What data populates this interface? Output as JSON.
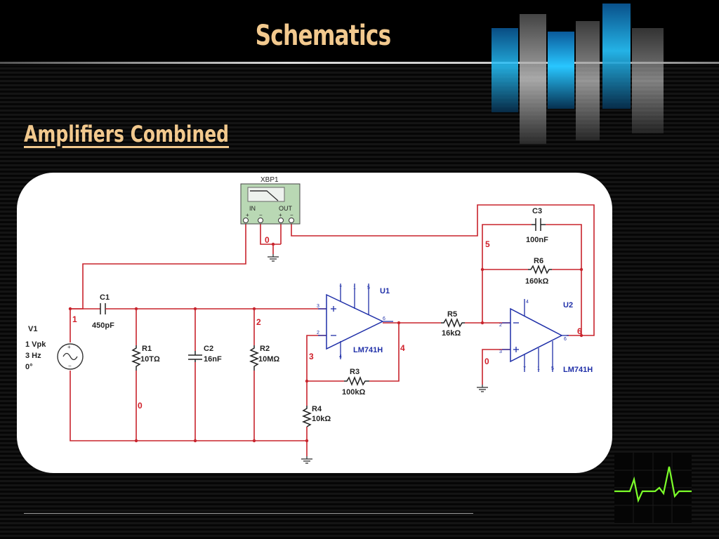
{
  "slide": {
    "title": "Schematics",
    "subtitle": "Amplifiers Combined"
  },
  "colors": {
    "title": "#f2c98e",
    "wire": "#c8232c",
    "node_label": "#d0202a",
    "chip_label": "#1f2fa8",
    "component": "#222222",
    "bode_plotter": "#b9d8b4"
  },
  "icons": [
    "globe-strips-decoration",
    "ecg-heartbeat-icon",
    "ground-icon",
    "ac-source-icon"
  ],
  "schematic": {
    "bode_plotter": {
      "name": "XBP1",
      "in_label": "IN",
      "out_label": "OUT"
    },
    "source": {
      "name": "V1",
      "amplitude": "1 Vpk",
      "frequency": "3 Hz",
      "phase": "0°"
    },
    "components": {
      "c1": {
        "name": "C1",
        "value": "450pF"
      },
      "r1": {
        "name": "R1",
        "value": "10TΩ"
      },
      "c2": {
        "name": "C2",
        "value": "16nF"
      },
      "r2": {
        "name": "R2",
        "value": "10MΩ"
      },
      "r3": {
        "name": "R3",
        "value": "100kΩ"
      },
      "r4": {
        "name": "R4",
        "value": "10kΩ"
      },
      "r5": {
        "name": "R5",
        "value": "16kΩ"
      },
      "c3": {
        "name": "C3",
        "value": "100nF"
      },
      "r6": {
        "name": "R6",
        "value": "160kΩ"
      }
    },
    "u1": {
      "name": "U1",
      "part": "LM741H",
      "pins": {
        "p7": "7",
        "p1": "1",
        "p5": "5",
        "p3": "3",
        "p2": "2",
        "p4": "4",
        "p6": "6"
      }
    },
    "u2": {
      "name": "U2",
      "part": "LM741H",
      "pins": {
        "p4": "4",
        "p2": "2",
        "p3": "3",
        "p6": "6",
        "p7": "7",
        "p1": "1",
        "p5": "5"
      }
    },
    "nodes": {
      "n0a": "0",
      "n0b": "0",
      "n0c": "0",
      "n1": "1",
      "n2": "2",
      "n3": "3",
      "n4": "4",
      "n5": "5",
      "n6": "6"
    }
  }
}
